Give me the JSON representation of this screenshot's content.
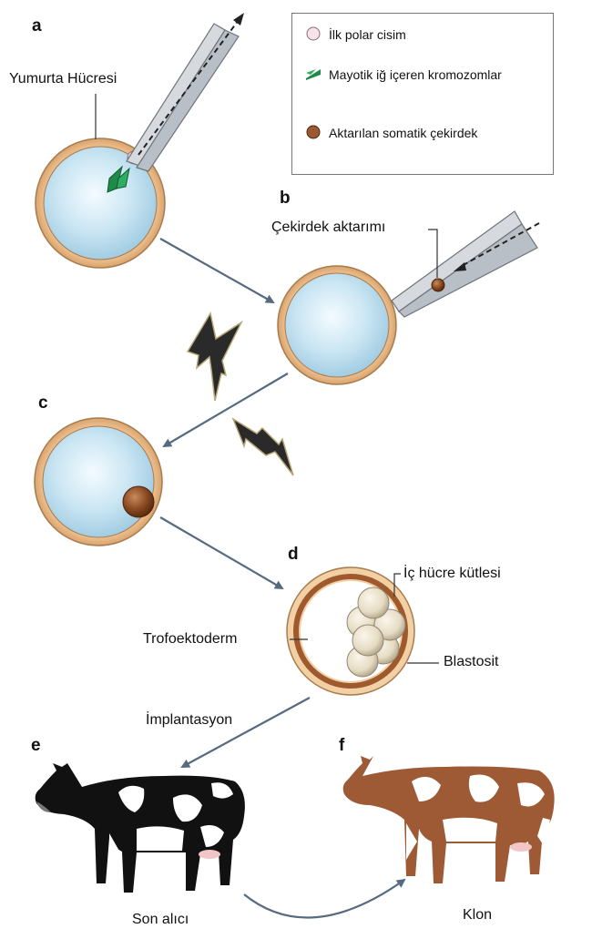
{
  "panels": {
    "a": "a",
    "b": "b",
    "c": "c",
    "d": "d",
    "e": "e",
    "f": "f"
  },
  "labels": {
    "egg_cell": "Yumurta Hücresi",
    "nuclear_transfer": "Çekirdek aktarımı",
    "inner_cell_mass": "İç hücre kütlesi",
    "trophectoderm": "Trofoektoderm",
    "blastocyst": "Blastosit",
    "implantation": "İmplantasyon",
    "surrogate": "Son alıcı",
    "clone": "Klon"
  },
  "legend": {
    "items": [
      {
        "label": "İlk  polar cisim",
        "icon": "polar-body-icon"
      },
      {
        "label": "Mayotik iğ içeren kromozomlar",
        "icon": "meiotic-spindle-icon"
      },
      {
        "label": "Aktarılan somatik çekirdek",
        "icon": "somatic-nucleus-icon"
      }
    ]
  },
  "colors": {
    "zona": "#e7b680",
    "cytoplasm": "#bfe0f0",
    "nucleus": "#8a4a22",
    "arrow": "#566a80",
    "spindle": "#1f8a4c",
    "cow_black": "#111111",
    "cow_brown": "#9d5a35"
  }
}
